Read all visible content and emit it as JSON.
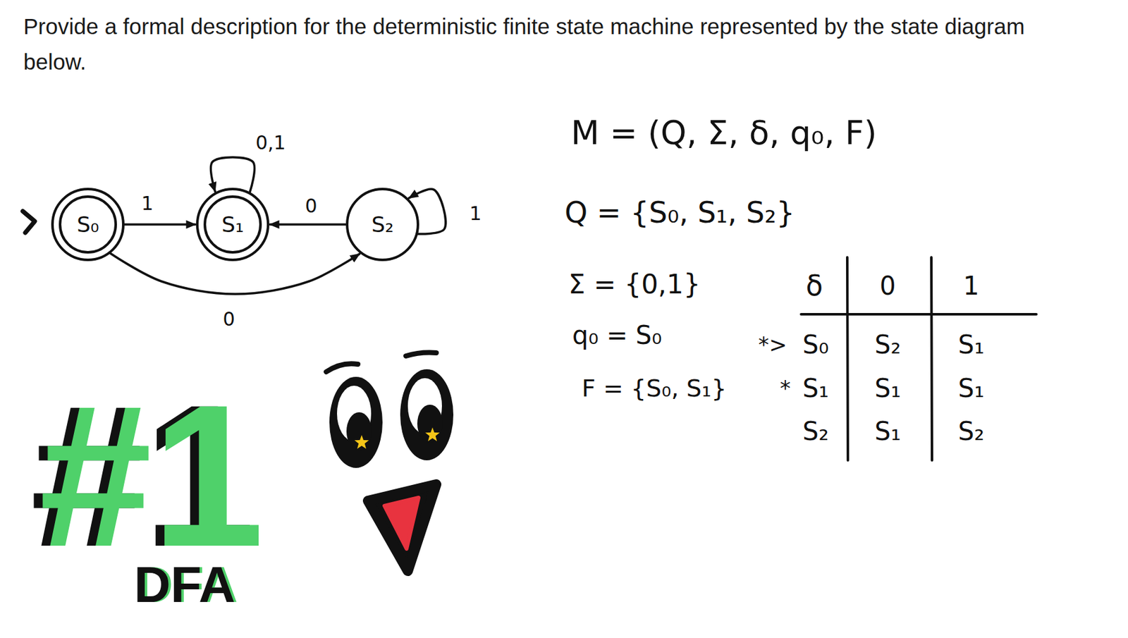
{
  "diagram": {
    "title": "Provide a formal description for the deterministic finite state machine represented by the state diagram below.",
    "nodes": [
      {
        "text": [
          "S₀"
        ]
      },
      {
        "text": [
          "S₁"
        ]
      },
      {
        "text": [
          "S₂"
        ]
      }
    ],
    "edges": [
      {
        "from": 0,
        "to": 1,
        "label": "1",
        "arrow": "to"
      },
      {
        "from": 1,
        "to": 1,
        "label": "0,1",
        "arrow": "to"
      },
      {
        "from": 2,
        "to": 1,
        "label": "0",
        "arrow": "to"
      },
      {
        "from": 0,
        "to": 2,
        "label": "0",
        "arrow": "to"
      },
      {
        "from": 2,
        "to": 2,
        "label": "1",
        "arrow": "to"
      }
    ],
    "labels": [
      "M = (Q, Σ, δ, q₀, F)",
      "Q = {S₀, S₁, S₂}",
      "Σ = {0,1}",
      "q₀ = S₀",
      "F = {S₀, S₁}",
      "δ",
      "0",
      "1",
      "*>",
      "S₀",
      "S₂",
      "S₁",
      "*",
      "S₁",
      "S₁",
      "S₁",
      "S₂",
      "S₁",
      "S₂",
      "#1",
      "DFA"
    ]
  }
}
